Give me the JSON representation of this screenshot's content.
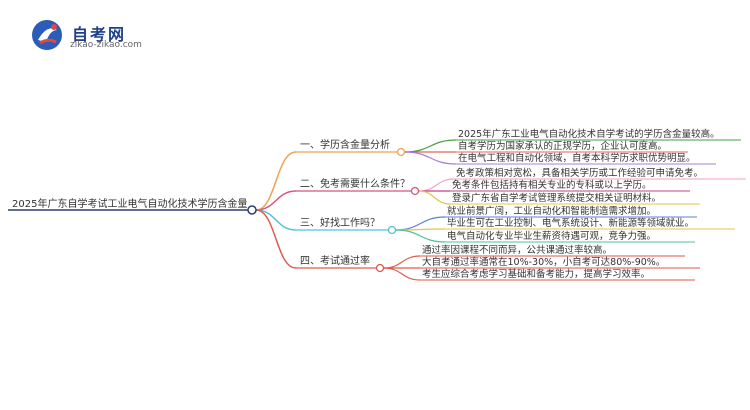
{
  "logo": {
    "title": "自考网",
    "subtitle": "zikao-zikao.com"
  },
  "mindmap": {
    "root": "2025年广东自学考试工业电气自动化技术学历含金量",
    "branches": [
      {
        "label": "一、学历含金量分析",
        "color": "#f0a050",
        "children": [
          "2025年广东工业电气自动化技术自学考试的学历含金量较高。",
          "自考学历为国家承认的正规学历，企业认可度高。",
          "在电气工程和自动化领域，自考本科学历求职优势明显。"
        ],
        "child_colors": [
          "#4a9e3f",
          "#e0645a",
          "#a67fd6"
        ]
      },
      {
        "label": "二、免考需要什么条件？",
        "color": "#d4567a",
        "children": [
          "免考政策相对宽松，具备相关学历或工作经验可申请免考。",
          "免考条件包括持有相关专业的专科或以上学历。",
          "登录广东省自学考试管理系统提交相关证明材料。"
        ],
        "child_colors": [
          "#f2a3c3",
          "#c2418a",
          "#e8c547"
        ]
      },
      {
        "label": "三、好找工作吗？",
        "color": "#4fc3d9",
        "children": [
          "就业前景广阔，工业自动化和智能制造需求增加。",
          "毕业生可在工业控制、电气系统设计、新能源等领域就业。",
          "电气自动化专业毕业生薪资待遇可观，竞争力强。"
        ],
        "child_colors": [
          "#5b7fd6",
          "#e8c547",
          "#4fc39a"
        ]
      },
      {
        "label": "四、考试通过率",
        "color": "#e05a4a",
        "children": [
          "通过率因课程不同而异，公共课通过率较高。",
          "大自考通过率通常在10%-30%，小自考可达80%-90%。",
          "考生应综合考虑学习基础和备考能力，提高学习效率。"
        ],
        "child_colors": [
          "#e05a4a",
          "#e05a4a",
          "#e05a4a"
        ]
      }
    ]
  }
}
